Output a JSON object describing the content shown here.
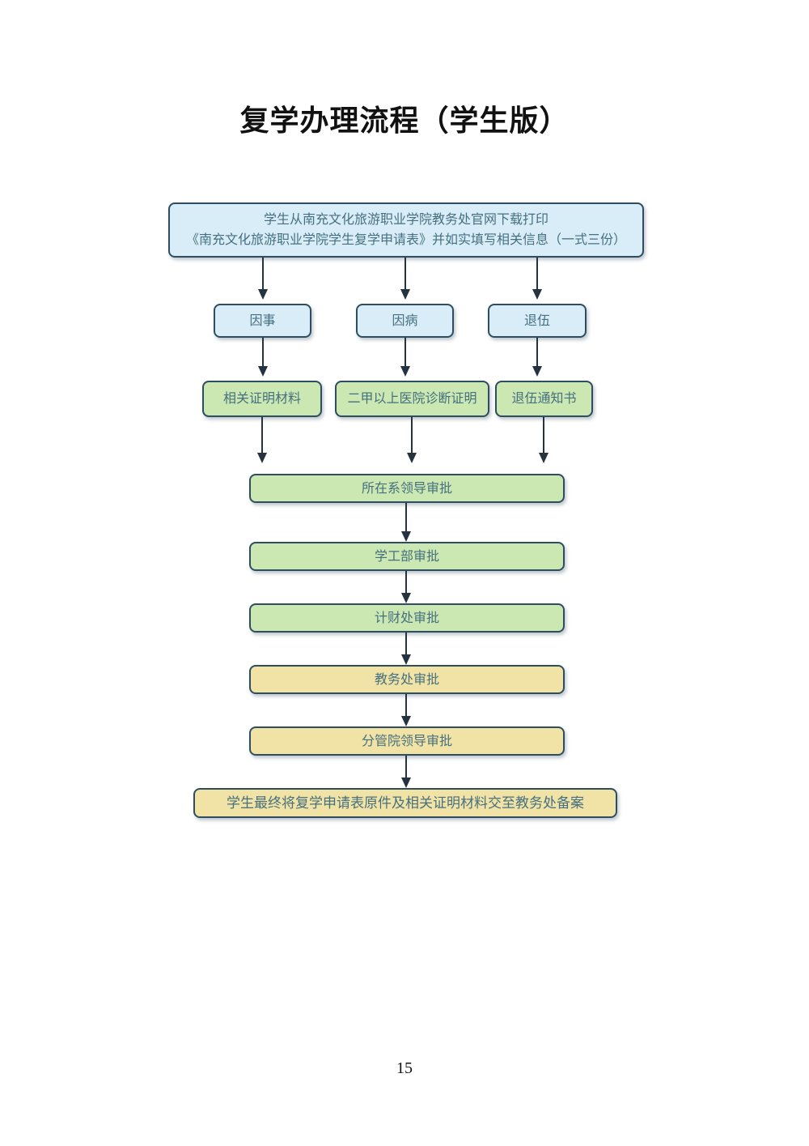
{
  "page": {
    "title": "复学办理流程（学生版）",
    "page_number": "15"
  },
  "colors": {
    "box_border": "#2e4d61",
    "arrow": "#26323e",
    "blue_fill": "#d9edf9",
    "green_fill": "#cbe7b2",
    "yellow_fill": "#f1e3a6",
    "box_text": "#46707f"
  },
  "flowchart": {
    "start": {
      "line1": "学生从南充文化旅游职业学院教务处官网下载打印",
      "line2": "《南充文化旅游职业学院学生复学申请表》并如实填写相关信息（一式三份）"
    },
    "reasons": [
      {
        "label": "因事"
      },
      {
        "label": "因病"
      },
      {
        "label": "退伍"
      }
    ],
    "materials": [
      {
        "label": "相关证明材料"
      },
      {
        "label": "二甲以上医院诊断证明"
      },
      {
        "label": "退伍通知书"
      }
    ],
    "approvals": [
      {
        "label": "所在系领导审批",
        "style": "green"
      },
      {
        "label": "学工部审批",
        "style": "green"
      },
      {
        "label": "计财处审批",
        "style": "green"
      },
      {
        "label": "教务处审批",
        "style": "yellow"
      },
      {
        "label": "分管院领导审批",
        "style": "yellow"
      }
    ],
    "final_step": {
      "label": "学生最终将复学申请表原件及相关证明材料交至教务处备案"
    }
  }
}
